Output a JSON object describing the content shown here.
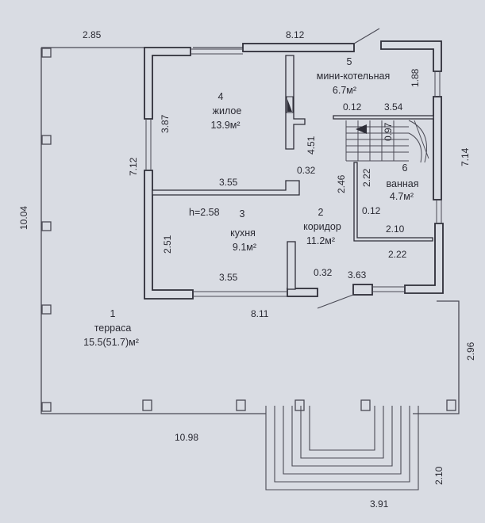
{
  "colors": {
    "background": "#d9dce3",
    "line": "#4a4a55",
    "wall": "#2e2e38"
  },
  "rooms": {
    "terrace": {
      "number": "1",
      "name": "терраса",
      "area": "15.5(51.7)м²"
    },
    "corridor": {
      "number": "2",
      "name": "коридор",
      "area": "11.2м²"
    },
    "kitchen": {
      "number": "3",
      "name": "кухня",
      "area": "9.1м²",
      "height": "h=2.58"
    },
    "living": {
      "number": "4",
      "name": "жилое",
      "area": "13.9м²"
    },
    "boiler": {
      "number": "5",
      "name": "мини-котельная",
      "area": "6.7м²"
    },
    "bathroom": {
      "number": "6",
      "name": "ванная",
      "area": "4.7м²"
    }
  },
  "dimensions": {
    "top_left": "2.85",
    "top_house": "8.12",
    "left_total": "10.04",
    "left_house": "7.12",
    "living_height": "3.87",
    "living_width": "3.55",
    "kitchen_height": "2.51",
    "kitchen_width": "3.55",
    "partition_a": "0.32",
    "partition_b": "0.32",
    "partition_length": "4.51",
    "boiler_shelf": "0.12",
    "boiler_width": "3.54",
    "boiler_height": "1.88",
    "stair_small": "0.97",
    "corridor_a": "2.46",
    "corridor_b": "2.22",
    "bath_offset": "0.12",
    "bath_width": "2.10",
    "bath_bottom": "2.22",
    "entry_width": "3.63",
    "bottom_house": "8.11",
    "right_house": "7.14",
    "right_terrace": "2.96",
    "terrace_width": "10.98",
    "steps_width": "3.91",
    "steps_depth": "2.10"
  }
}
